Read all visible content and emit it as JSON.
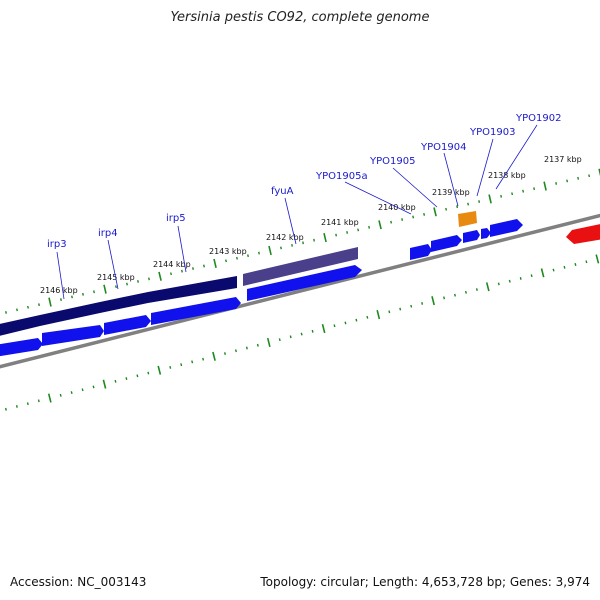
{
  "title": "Yersinia pestis CO92, complete genome",
  "footer": {
    "accession_label": "Accession: NC_003143",
    "summary": "Topology: circular; Length: 4,653,728 bp; Genes: 3,974"
  },
  "colors": {
    "backbone": "#808080",
    "tick": "#1e8a1e",
    "cds_forward": "#1111ee",
    "cds_dark": "#0a0a6e",
    "cds_purple": "#4a3f8a",
    "highlight_orange": "#e88a10",
    "highlight_red": "#e81010",
    "label": "#1a1acc"
  },
  "tick_labels": [
    "2146 kbp",
    "2145 kbp",
    "2144 kbp",
    "2143 kbp",
    "2142 kbp",
    "2141 kbp",
    "2140 kbp",
    "2139 kbp",
    "2138 kbp",
    "2137 kbp"
  ],
  "gene_labels": [
    "irp3",
    "irp4",
    "irp5",
    "fyuA",
    "YPO1905a",
    "YPO1905",
    "YPO1904",
    "YPO1903",
    "YPO1902"
  ]
}
